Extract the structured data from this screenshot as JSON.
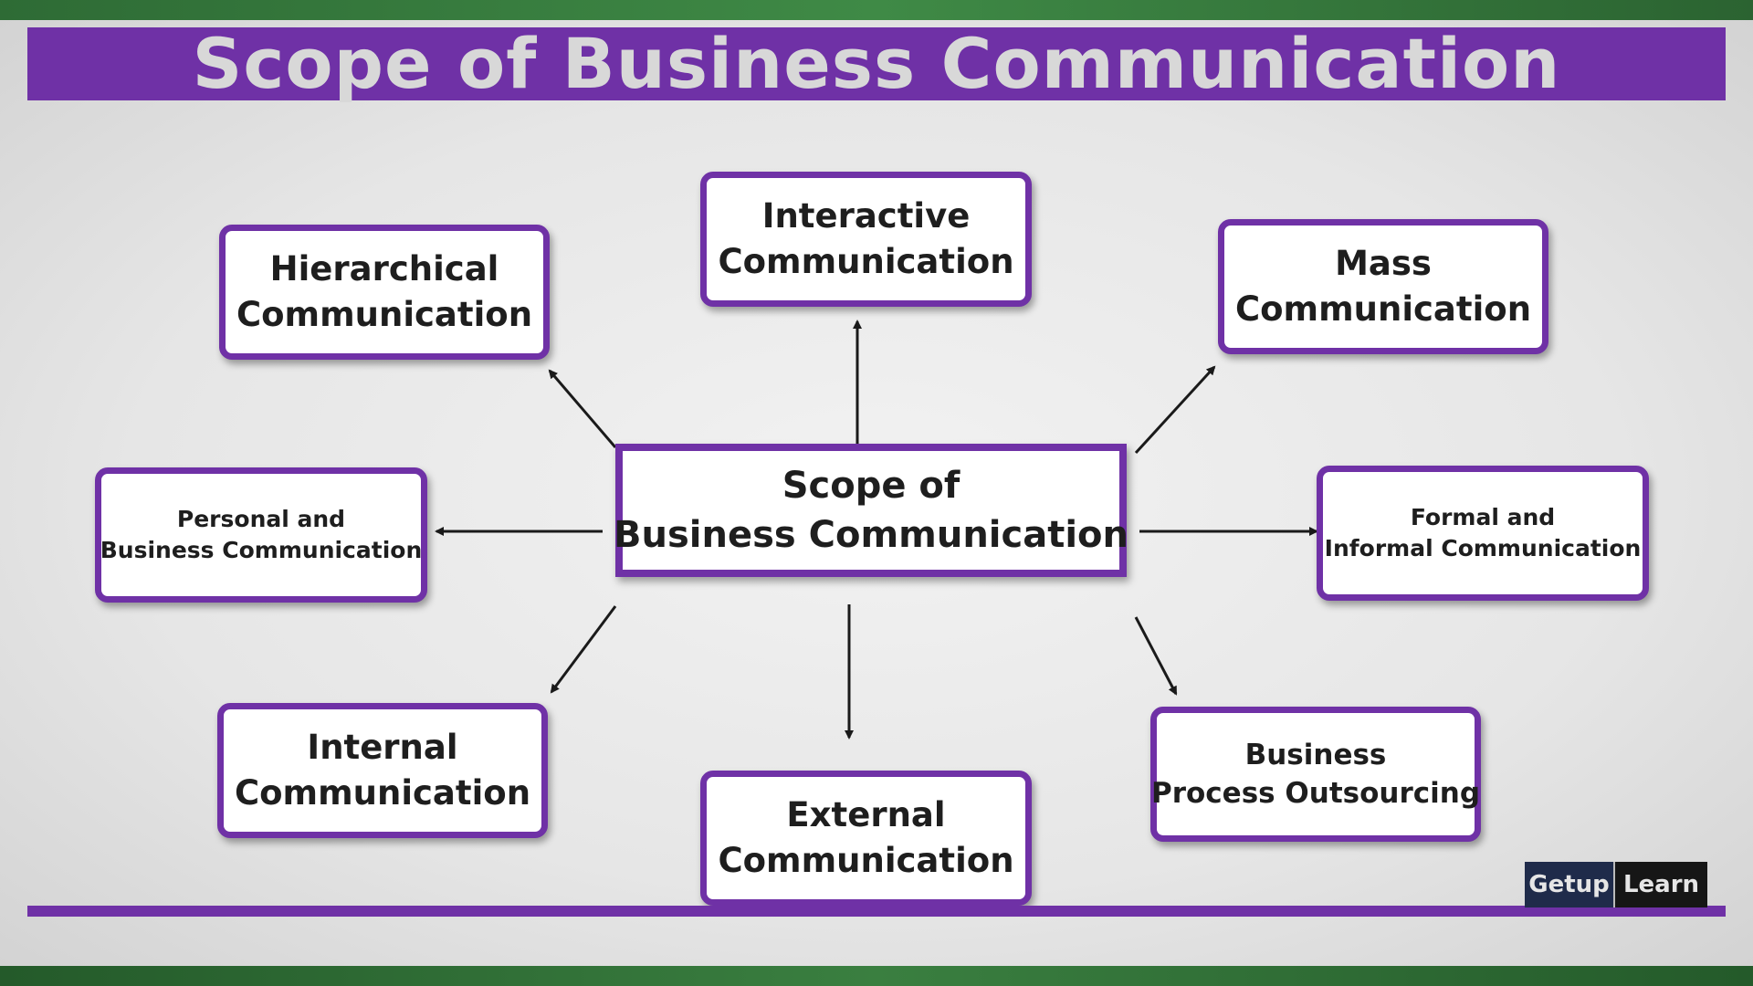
{
  "title": "Scope of Business Communication",
  "center": {
    "line1": "Scope of",
    "line2": "Business Communication"
  },
  "nodes": {
    "hierarchical": {
      "line1": "Hierarchical",
      "line2": "Communication"
    },
    "interactive": {
      "line1": "Interactive",
      "line2": "Communication"
    },
    "mass": {
      "line1": "Mass",
      "line2": "Communication"
    },
    "personal": {
      "line1": "Personal and",
      "line2": "Business Communication"
    },
    "formal": {
      "line1": "Formal and",
      "line2": "Informal Communication"
    },
    "internal": {
      "line1": "Internal",
      "line2": "Communication"
    },
    "external": {
      "line1": "External",
      "line2": "Communication"
    },
    "bpo": {
      "line1": "Business",
      "line2": "Process Outsourcing"
    }
  },
  "logo": {
    "part1": "Getup",
    "part2": "Learn"
  },
  "colors": {
    "accent": "#6f31a6",
    "title_text": "#d8d8d8",
    "node_text": "#1e1e1e",
    "background_green": "#2f6a34"
  }
}
